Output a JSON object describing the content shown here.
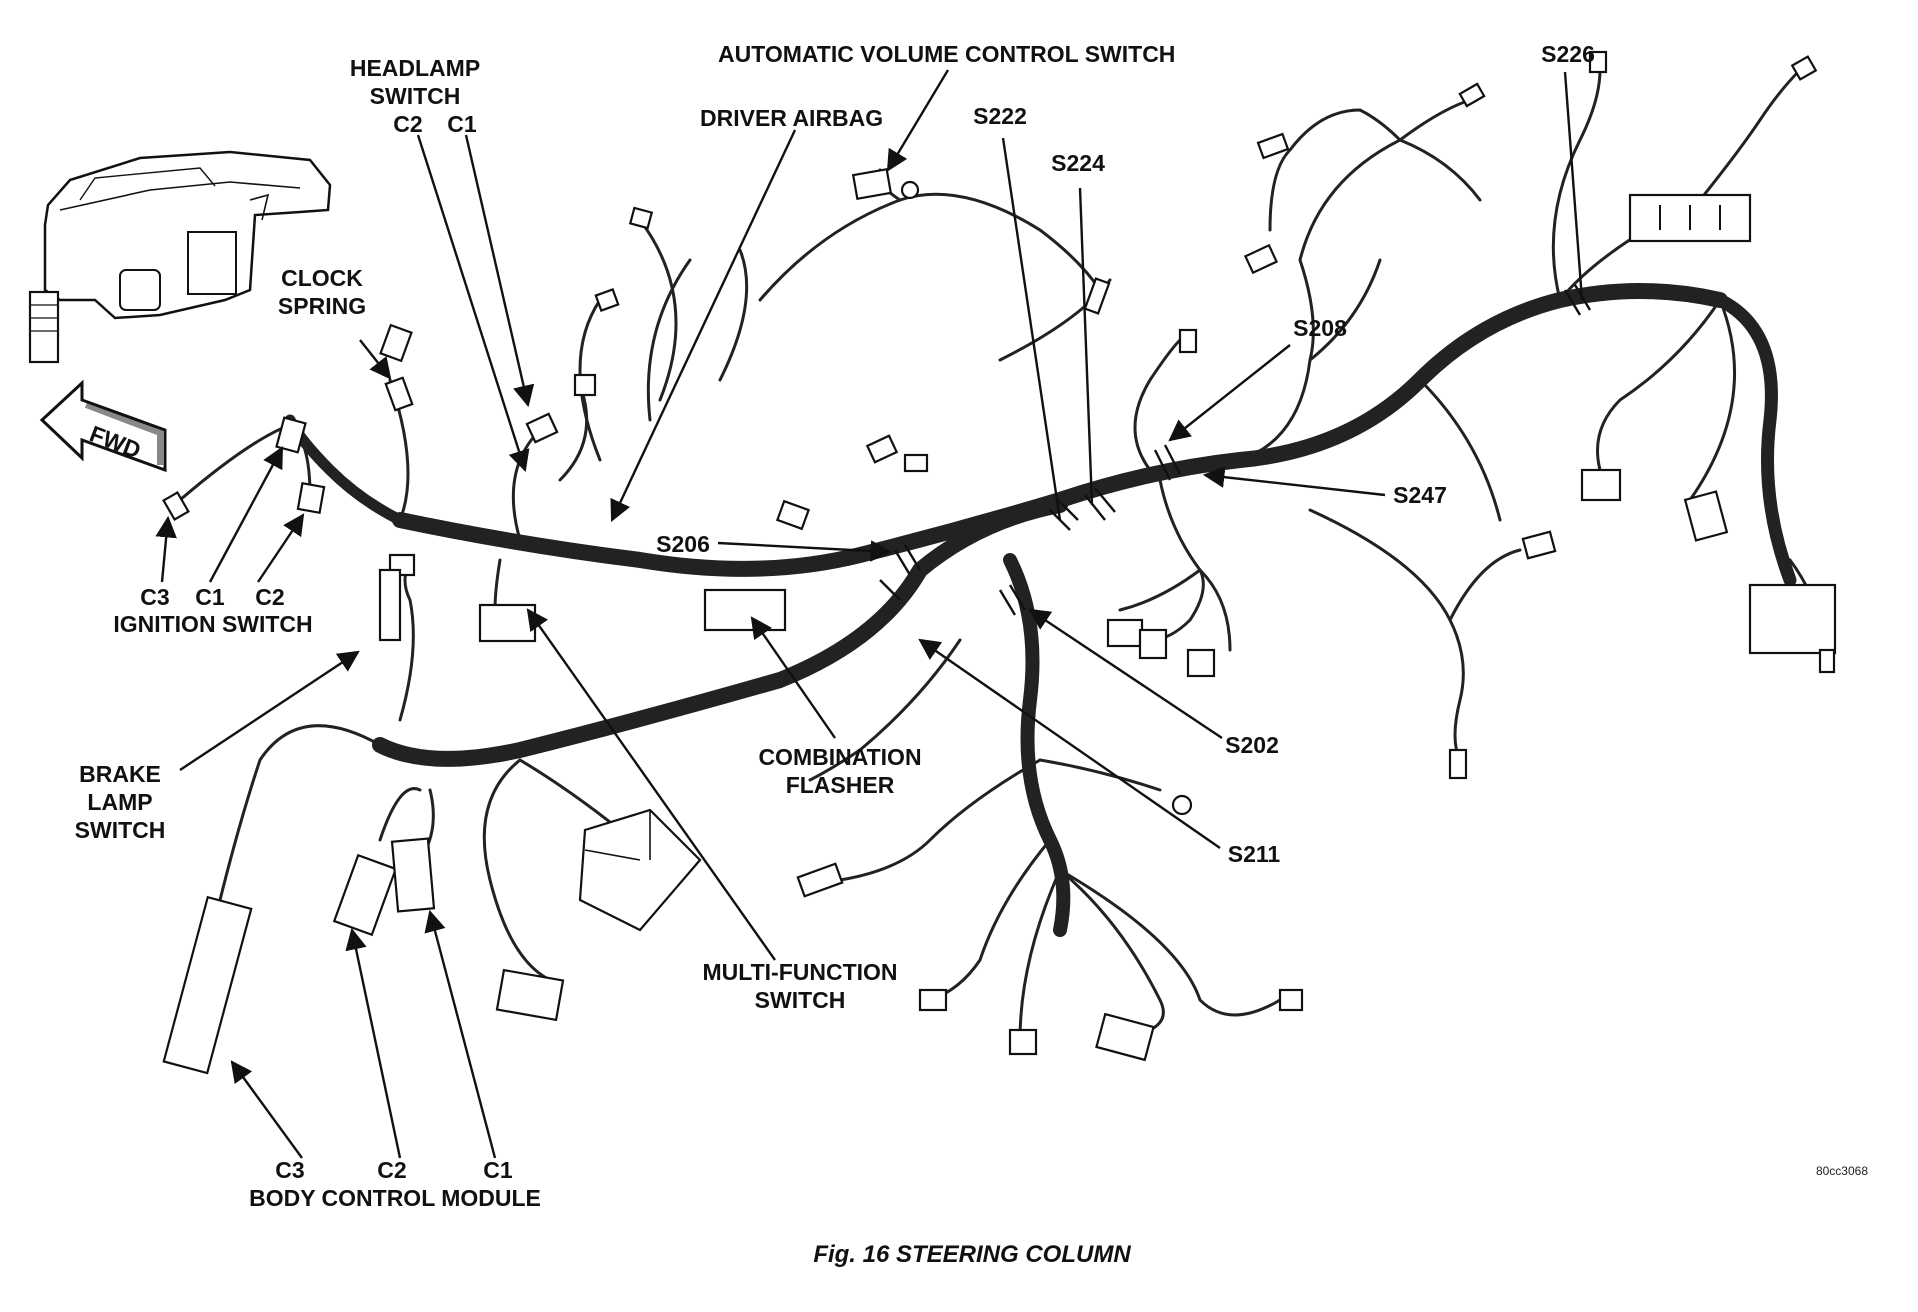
{
  "labels": {
    "headlamp_switch": {
      "line1": "HEADLAMP",
      "line2": "SWITCH",
      "c2": "C2",
      "c1": "C1"
    },
    "automatic_volume_control_switch": "AUTOMATIC VOLUME CONTROL SWITCH",
    "driver_airbag": "DRIVER AIRBAG",
    "clock_spring": {
      "line1": "CLOCK",
      "line2": "SPRING"
    },
    "fwd": "FWD",
    "ignition_switch": {
      "c3": "C3",
      "c1": "C1",
      "c2": "C2",
      "name": "IGNITION SWITCH"
    },
    "brake_lamp_switch": {
      "line1": "BRAKE",
      "line2": "LAMP",
      "line3": "SWITCH"
    },
    "body_control_module": {
      "c3": "C3",
      "c2": "C2",
      "c1": "C1",
      "name": "BODY CONTROL MODULE"
    },
    "multi_function_switch": {
      "line1": "MULTI-FUNCTION",
      "line2": "SWITCH"
    },
    "combination_flasher": {
      "line1": "COMBINATION",
      "line2": "FLASHER"
    },
    "splices": {
      "s222": "S222",
      "s224": "S224",
      "s226": "S226",
      "s208": "S208",
      "s247": "S247",
      "s206": "S206",
      "s202": "S202",
      "s211": "S211"
    }
  },
  "image_code": "80cc3068",
  "caption": "Fig. 16 STEERING COLUMN"
}
